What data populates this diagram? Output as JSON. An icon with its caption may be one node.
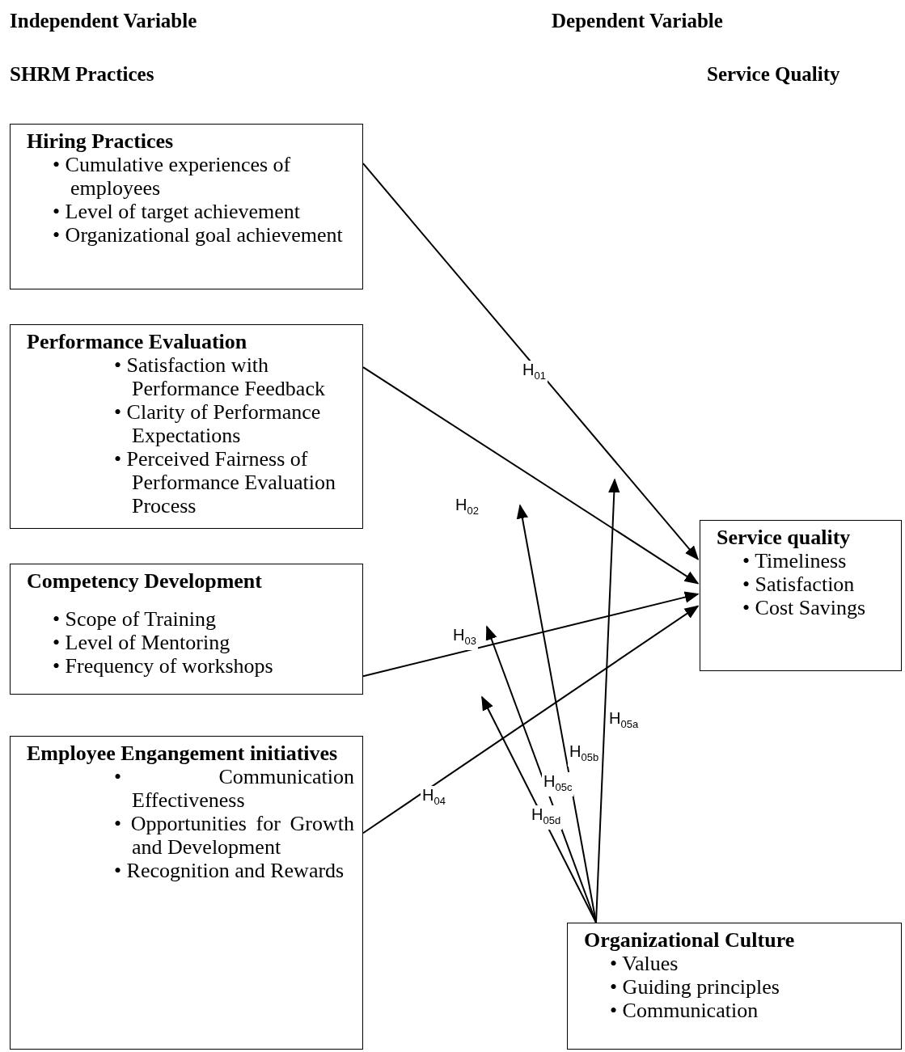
{
  "diagram": {
    "nodes": [
      {
        "text": [
          "Hiring Practices",
          "• Cumulative experiences of employees",
          "• Level of target achievement",
          "• Organizational goal achievement"
        ]
      },
      {
        "text": [
          "Performance Evaluation",
          "• Satisfaction with Performance Feedback",
          "• Clarity of Performance Expectations",
          "• Perceived Fairness of Performance Evaluation Process"
        ]
      },
      {
        "text": [
          "Competency Development",
          "• Scope of Training",
          "• Level of Mentoring",
          "• Frequency of workshops"
        ]
      },
      {
        "text": [
          "Employee Engangement initiatives",
          "• Communication Effectiveness",
          "• Opportunities for Growth and Development",
          "• Recognition and Rewards"
        ]
      },
      {
        "text": [
          "Service quality",
          "• Timeliness",
          "• Satisfaction",
          "• Cost Savings"
        ]
      },
      {
        "text": [
          "Organizational Culture",
          "• Values",
          "• Guiding principles",
          "• Communication"
        ]
      }
    ],
    "edges": [
      {
        "from": 0,
        "to": 4,
        "arrow": "to",
        "label": "H$_{01}$"
      },
      {
        "from": 1,
        "to": 4,
        "arrow": "to",
        "label": "H$_{02}$"
      },
      {
        "from": 2,
        "to": 4,
        "arrow": "to",
        "label": "H$_{03}$"
      },
      {
        "from": 3,
        "to": 4,
        "arrow": "to",
        "label": "H$_{04}$"
      },
      {
        "from": 5,
        "to": null,
        "arrow": "to",
        "label": "H$_{05a}$"
      },
      {
        "from": 5,
        "to": null,
        "arrow": "to",
        "label": "H$_{05b}$"
      },
      {
        "from": 5,
        "to": null,
        "arrow": "to",
        "label": "H$_{05c}$"
      },
      {
        "from": 5,
        "to": null,
        "arrow": "to",
        "label": "H$_{05d}$"
      }
    ],
    "labels": [
      "Independent Variable",
      "Dependent Variable",
      "SHRM Practices",
      "Service Quality"
    ]
  }
}
